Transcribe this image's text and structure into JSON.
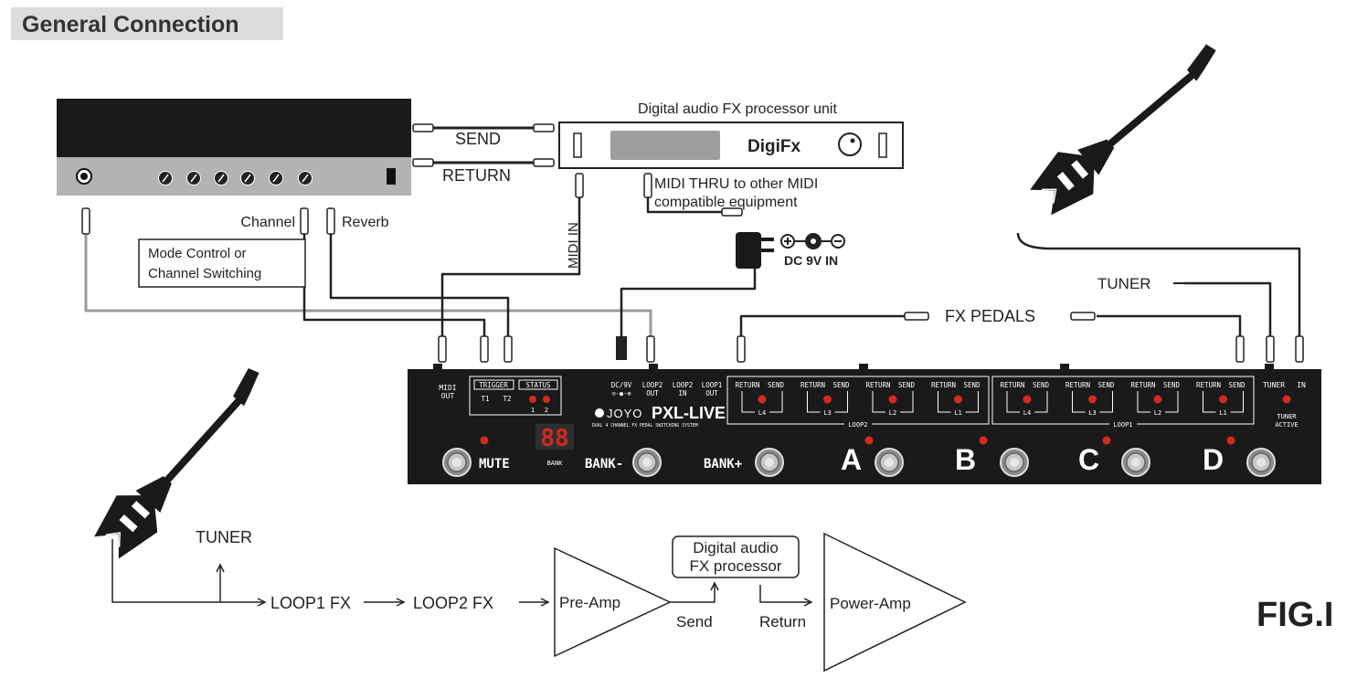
{
  "section_title": "General Connection",
  "figure_label": "FIG.I",
  "amp": {
    "send_label": "SEND",
    "return_label": "RETURN",
    "channel_label": "Channel",
    "reverb_label": "Reverb",
    "mode_box_line1": "Mode Control or",
    "mode_box_line2": "Channel Switching"
  },
  "fx_unit": {
    "caption": "Digital audio FX processor unit",
    "brand": "DigiFx",
    "midi_thru_line1": "MIDI THRU to other MIDI",
    "midi_thru_line2": "compatible equipment",
    "midi_in": "MIDI IN"
  },
  "power": {
    "label": "DC 9V IN"
  },
  "top_labels": {
    "fx_pedals": "FX PEDALS",
    "tuner": "TUNER"
  },
  "switcher": {
    "brand": "JOYO",
    "model": "PXL-LIVE",
    "subtitle": "DUAL 4 CHANNEL FX PEDAL SWITCHING SYSTEM",
    "midi_out_1": "MIDI",
    "midi_out_2": "OUT",
    "trigger": "TRIGGER",
    "status": "STATUS",
    "t1": "T1",
    "t2": "T2",
    "s1": "1",
    "s2": "2",
    "dc_label": "DC/9V",
    "dc_symbol": "⊝-●-⊕",
    "loop2_out_1": "LOOP2",
    "loop2_out_2": "OUT",
    "loop2_in_1": "LOOP2",
    "loop2_in_2": "IN",
    "loop1_out_1": "LOOP1",
    "loop1_out_2": "OUT",
    "return_word": "RETURN",
    "send_word": "SEND",
    "loop2_groups": [
      "L4",
      "L3",
      "L2",
      "L1"
    ],
    "loop1_groups": [
      "L4",
      "L3",
      "L2",
      "L1"
    ],
    "loop2_caption": "LOOP2",
    "loop1_caption": "LOOP1",
    "tuner_label": "TUNER",
    "in_label": "IN",
    "tuner_active_1": "TUNER",
    "tuner_active_2": "ACTIVE",
    "display": "88",
    "bank_small": "BANK",
    "mute": "MUTE",
    "bank_minus": "BANK-",
    "bank_plus": "BANK+",
    "footswitch_letters": [
      "A",
      "B",
      "C",
      "D"
    ]
  },
  "signal_flow": {
    "tuner": "TUNER",
    "loop1_fx": "LOOP1 FX",
    "loop2_fx": "LOOP2 FX",
    "preamp": "Pre-Amp",
    "digital_line1": "Digital audio",
    "digital_line2": "FX processor",
    "send": "Send",
    "return": "Return",
    "poweramp": "Power-Amp"
  },
  "colors": {
    "device_black": "#1a1a1a",
    "amp_grey": "#b3b3b3",
    "led_red": "#d42a1e",
    "cable": "#222222",
    "cable_grey": "#9a9a9a"
  }
}
